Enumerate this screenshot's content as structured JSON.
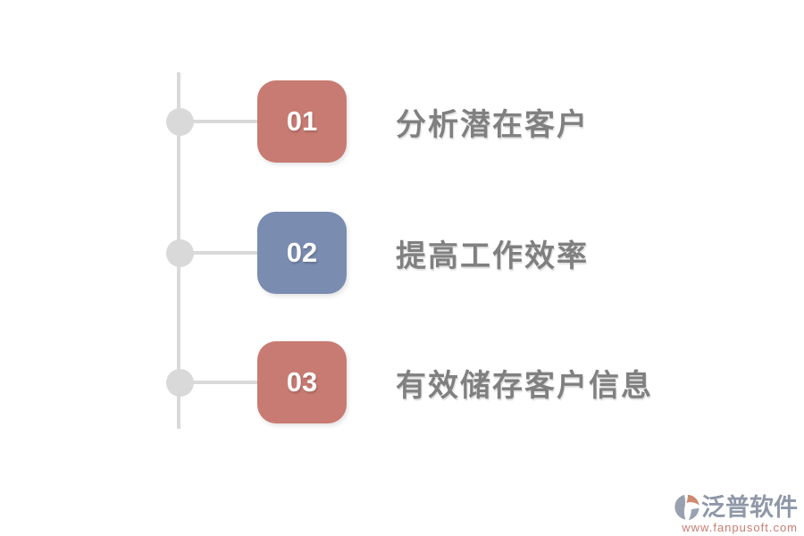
{
  "canvas": {
    "background": "#ffffff"
  },
  "timeline": {
    "line_color": "#d9d9d9",
    "node_color": "#d9d9d9",
    "number_color": "#ffffff",
    "label_color": "#808080",
    "items": [
      {
        "number": "01",
        "label": "分析潜在客户",
        "box_color": "#c87b72"
      },
      {
        "number": "02",
        "label": "提高工作效率",
        "box_color": "#7a8cb0"
      },
      {
        "number": "03",
        "label": "有效储存客户信息",
        "box_color": "#c87b72"
      }
    ]
  },
  "footer": {
    "brand_name": "泛普软件",
    "brand_url": "www.fanpusoft.com",
    "brand_name_color": "#8f98a8",
    "brand_url_color": "#c77d72",
    "logo_gray": "#99a1b1",
    "logo_orange": "#cd8a6e"
  }
}
